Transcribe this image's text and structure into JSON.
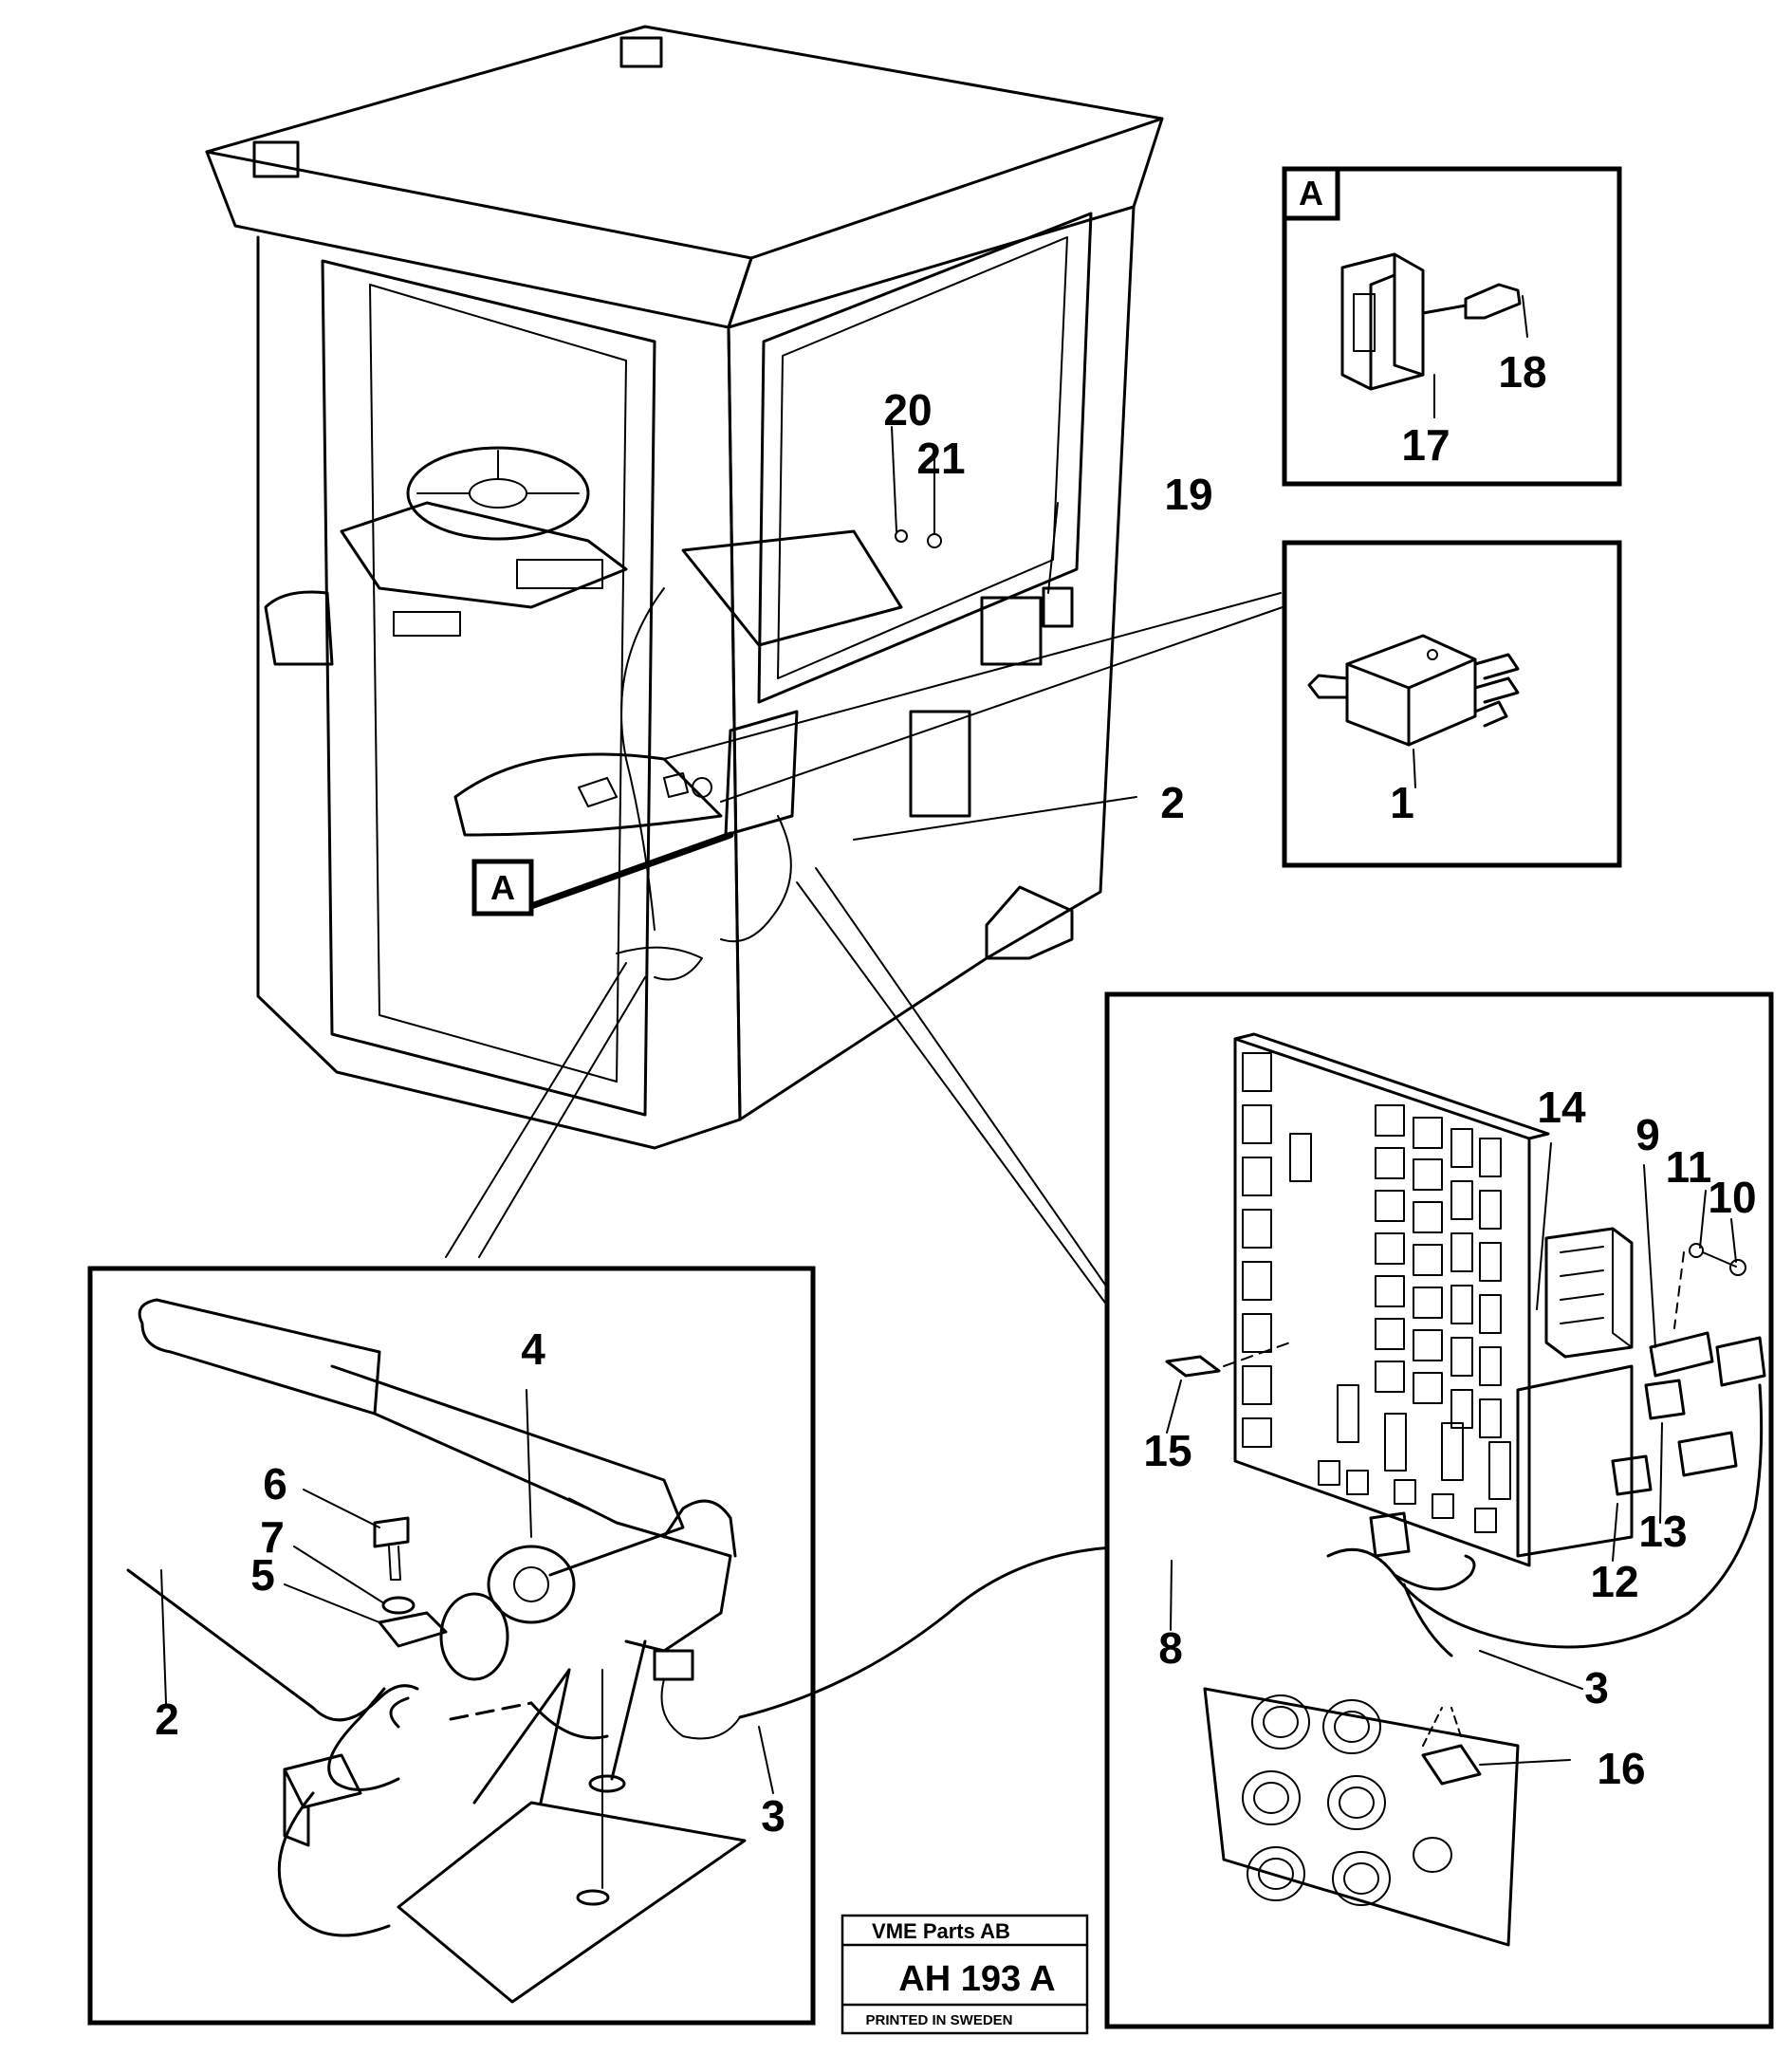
{
  "callouts": {
    "c1": "1",
    "c2a": "2",
    "c2b": "2",
    "c3a": "3",
    "c3b": "3",
    "c4": "4",
    "c5": "5",
    "c6": "6",
    "c7": "7",
    "c8": "8",
    "c9": "9",
    "c10": "10",
    "c11": "11",
    "c12": "12",
    "c13": "13",
    "c14": "14",
    "c15": "15",
    "c16": "16",
    "c17": "17",
    "c18": "18",
    "c19": "19",
    "c20": "20",
    "c21": "21"
  },
  "detail_a": {
    "box_label": "A",
    "cab_label": "A"
  },
  "title_block": {
    "company": "VME Parts AB",
    "code": "AH 193 A",
    "printed": "PRINTED IN SWEDEN"
  }
}
